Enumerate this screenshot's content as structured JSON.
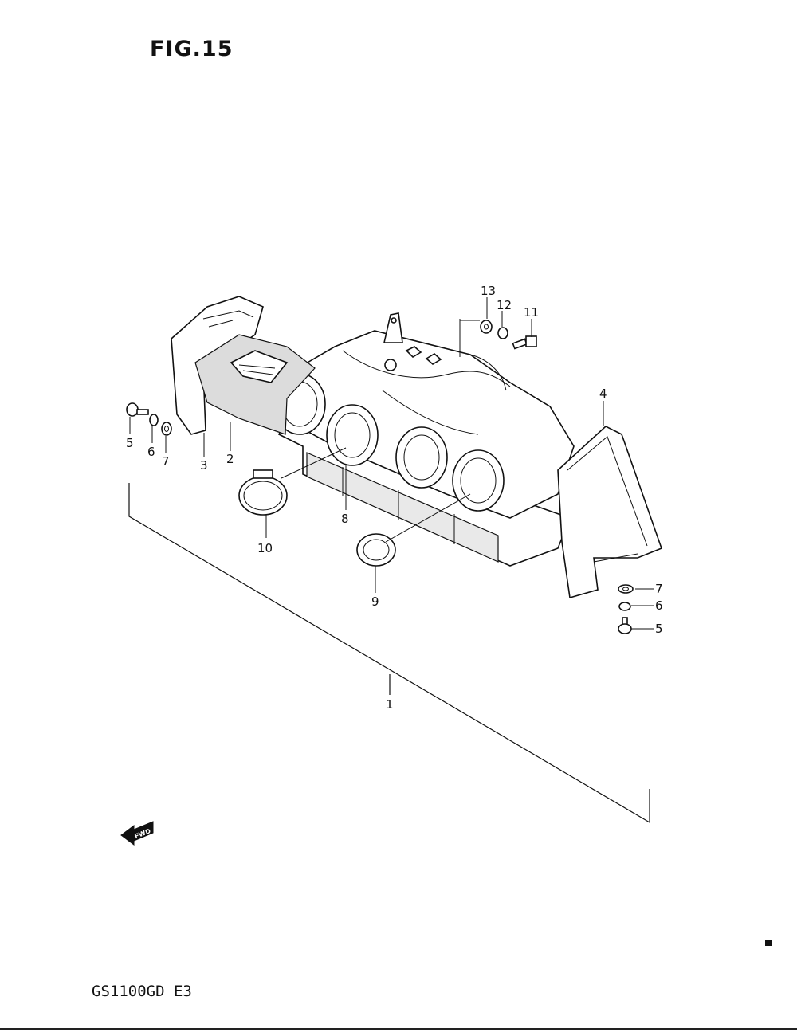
{
  "figure": {
    "title": "FIG.15"
  },
  "footer": {
    "model_code": "GS1100GD  E3"
  },
  "fwd_marker": {
    "label": "FWD",
    "icon": "fwd-arrow-icon"
  },
  "callouts": {
    "c1": "1",
    "c2": "2",
    "c3": "3",
    "c4": "4",
    "c5a": "5",
    "c6a": "6",
    "c7a": "7",
    "c5b": "5",
    "c6b": "6",
    "c7b": "7",
    "c8": "8",
    "c9": "9",
    "c10": "10",
    "c11": "11",
    "c12": "12",
    "c13": "13"
  }
}
